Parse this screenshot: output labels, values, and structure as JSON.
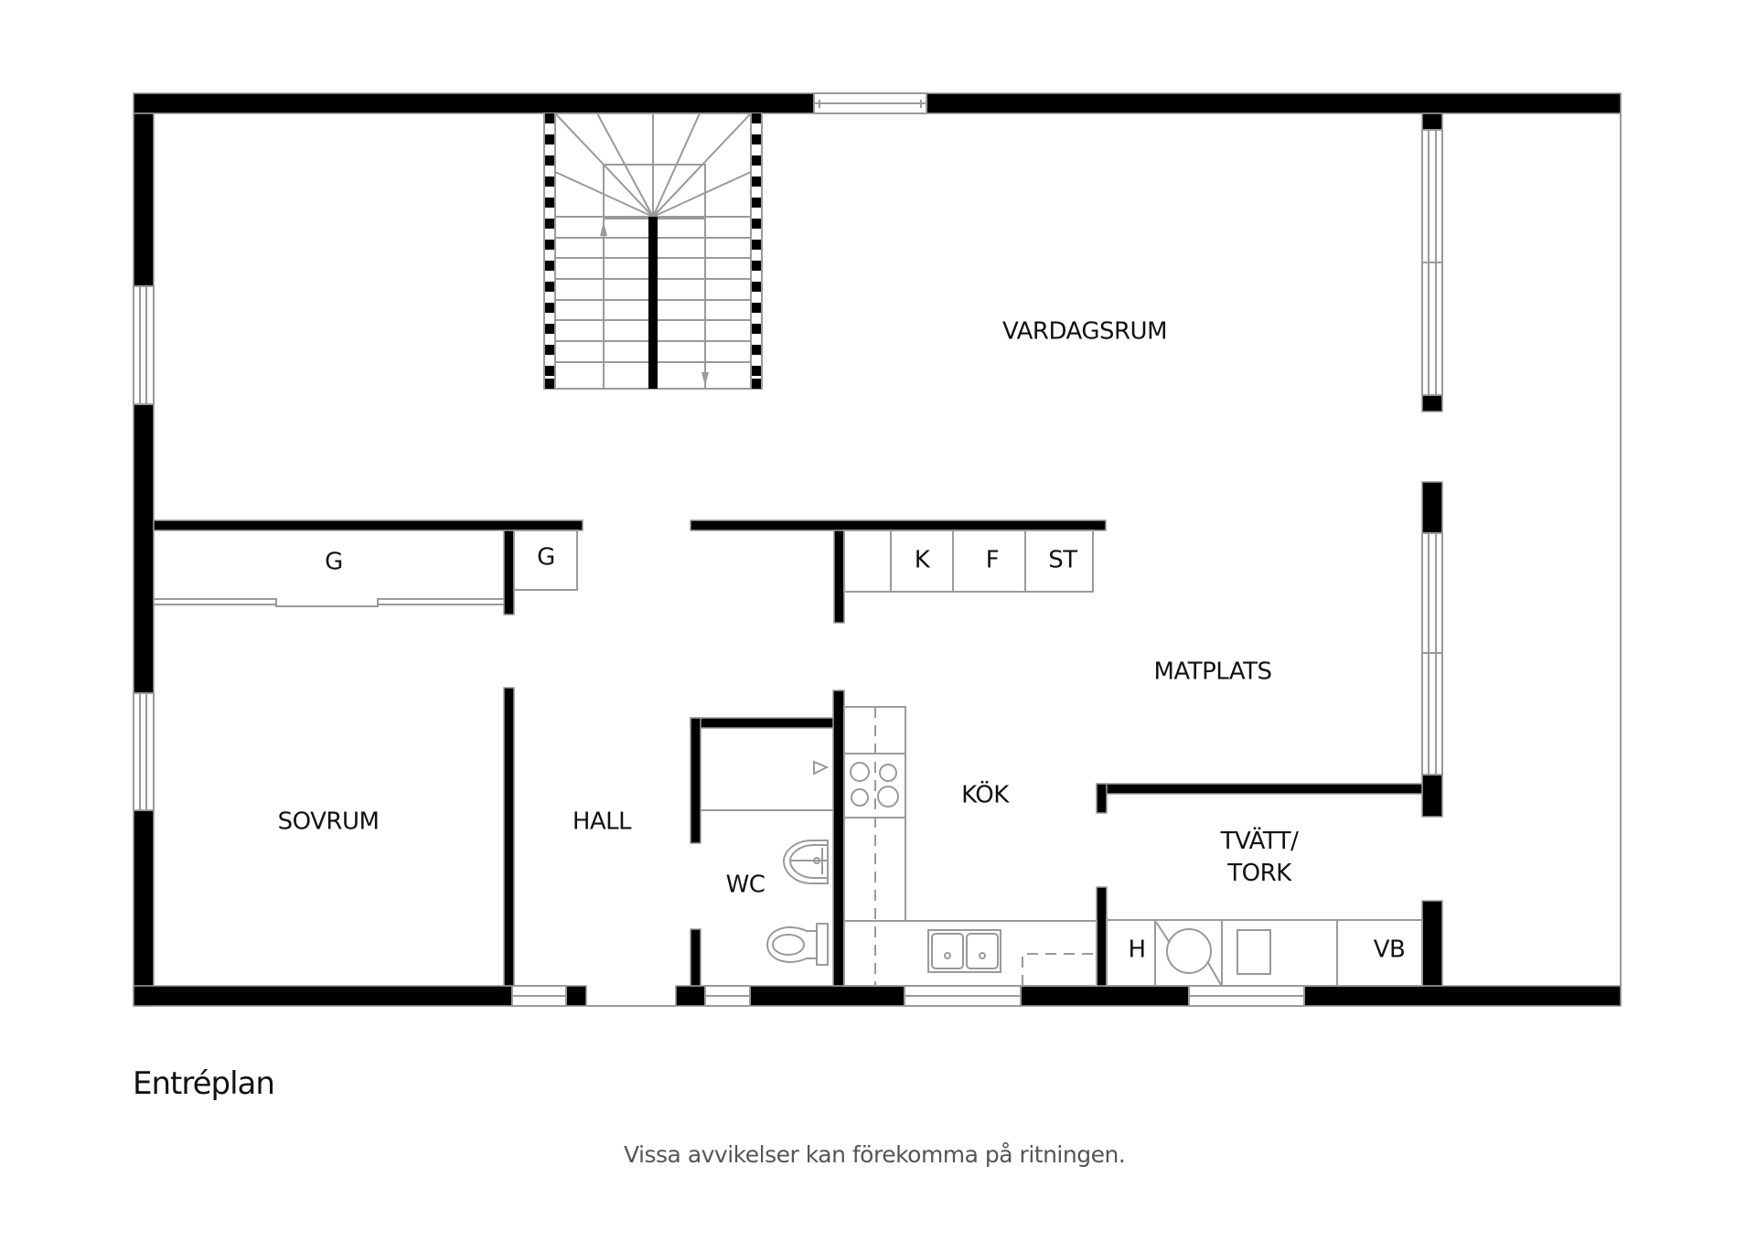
{
  "plan": {
    "title": "Entréplan",
    "disclaimer": "Vissa avvikelser kan förekomma på ritningen.",
    "rooms": {
      "vardagsrum": "VARDAGSRUM",
      "matplats": "MATPLATS",
      "kok": "KÖK",
      "sovrum": "SOVRUM",
      "hall": "HALL",
      "wc": "WC",
      "tvatt_line1": "TVÄTT/",
      "tvatt_line2": "TORK"
    },
    "fixtures": {
      "garderob_large": "G",
      "garderob_small": "G",
      "kyl": "K",
      "frys": "F",
      "stad": "ST",
      "hurts": "H",
      "varmvattenberedare": "VB"
    },
    "colors": {
      "wall": "#000000",
      "line": "#9a9a9a",
      "background": "#ffffff",
      "disclaimer_text": "#555555"
    }
  }
}
